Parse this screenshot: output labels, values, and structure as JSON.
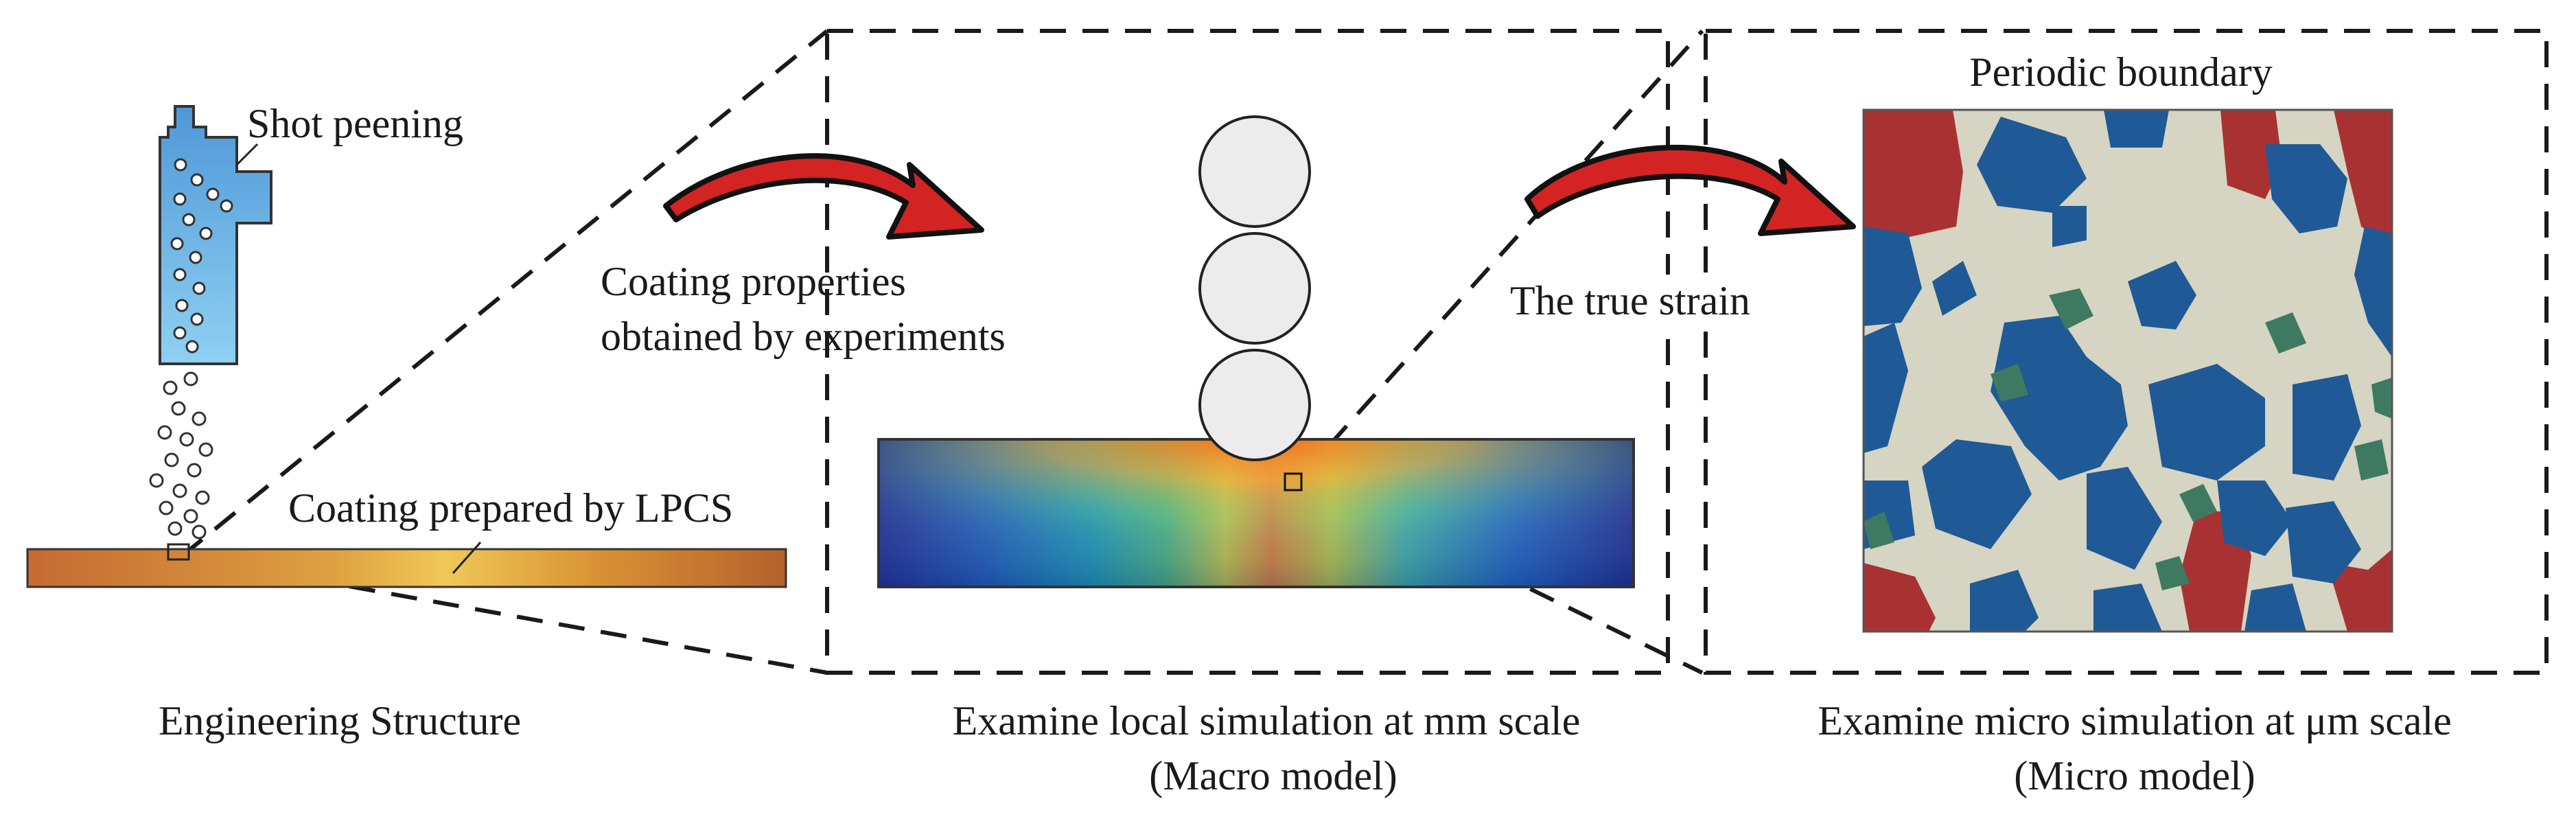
{
  "labels": {
    "shot_peening": "Shot peening",
    "coating_prepared": "Coating prepared by LPCS",
    "engineering_structure": "Engineering Structure",
    "coating_properties_line1": "Coating properties",
    "coating_properties_line2": "obtained by experiments",
    "true_strain": "The true strain",
    "periodic_boundary": "Periodic boundary",
    "macro_caption_line1": "Examine local simulation at mm scale",
    "macro_caption_line2": "(Macro model)",
    "micro_caption_line1": "Examine micro simulation at μm scale",
    "micro_caption_line2": "(Micro model)"
  },
  "colors": {
    "arrow_red": "#d42323",
    "nozzle_blue": "#5aa6dc",
    "coating_orange": "#c8722e",
    "grain_blue": "#1f5a96",
    "grain_red": "#a83232",
    "grain_green": "#3e7a62",
    "matrix_beige": "#d6d4c2"
  }
}
